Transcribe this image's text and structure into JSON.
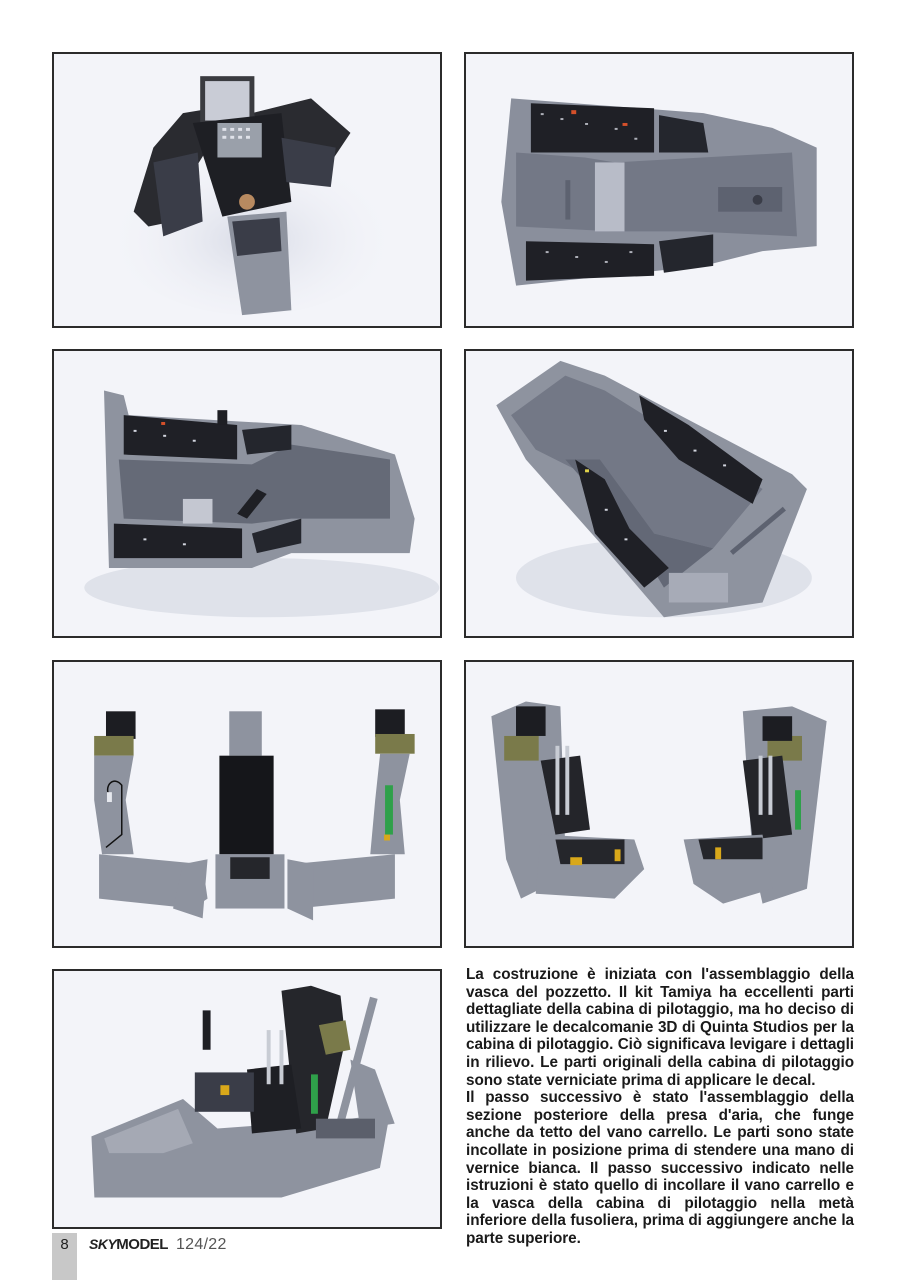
{
  "page": {
    "number": "8",
    "magazine": {
      "name_part1": "SKY",
      "name_part2": "MODEL",
      "issue": "124/22"
    }
  },
  "colors": {
    "page_background": "#ffffff",
    "photo_border": "#2b2b2b",
    "photo_background": "#f3f4f9",
    "model_gray": "#8e939f",
    "model_gray_dark": "#6f7480",
    "panel_black": "#1c1d22",
    "cushion_olive": "#7a7a4a",
    "hose_green": "#2fa04a",
    "handle_yellow": "#d9a81a",
    "folio_gray": "#c8c8c8"
  },
  "photos": [
    {
      "id": "photo-1",
      "subject": "cockpit tub with instrument panel, front view"
    },
    {
      "id": "photo-2",
      "subject": "cockpit tub top-down view with side consoles"
    },
    {
      "id": "photo-3",
      "subject": "cockpit tub angled side view with control stick"
    },
    {
      "id": "photo-4",
      "subject": "cockpit tub angled rear view"
    },
    {
      "id": "photo-5",
      "subject": "ejection seat parts laid out before assembly"
    },
    {
      "id": "photo-6",
      "subject": "two assembled ejection seats"
    },
    {
      "id": "photo-7",
      "subject": "ejection seat installed in cockpit tub"
    }
  ],
  "article": {
    "paragraphs": [
      "La costruzione è iniziata con l'assemblaggio della vasca del pozzetto. Il kit Tamiya ha eccellenti parti det­tagliate della cabina di pilotaggio, ma ho deciso di uti­lizzare le decalcomanie 3D di Quinta Studios per la cabina di pilotaggio. Ciò significava levigare i dettagli in rilievo. Le parti originali della cabina di pilotaggio sono state verniciate prima di applicare le decal.",
      "Il passo successivo è stato l'assemblaggio della sezio­ne posteriore della presa d'aria, che funge anche da tetto del vano carrello. Le parti sono state incollate in posizione prima di stendere una mano di vernice bian­ca. Il passo successivo indicato nelle istruzioni è stato quello di incollare il vano carrello e la vasca della cabi­na di pilotaggio nella metà inferiore della fusoliera, prima di aggiungere anche la parte superiore."
    ]
  }
}
